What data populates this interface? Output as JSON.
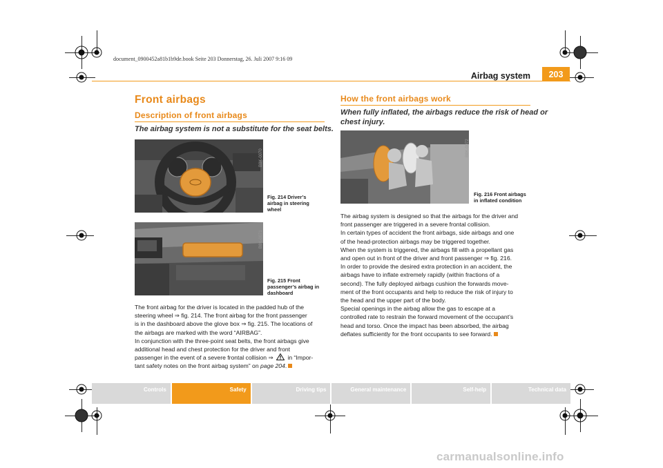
{
  "slug": "document_0900452a81b1b9de.book  Seite 203  Donnerstag, 26. Juli 2007  9:16 09",
  "header": {
    "title": "Airbag system",
    "page_number": "203"
  },
  "left": {
    "title": "Front airbags",
    "subtitle": "Description of front airbags",
    "intro": "The airbag system is not a substitute for the seat belts.",
    "fig1": {
      "id": "B8K-0070",
      "caption": [
        "Fig. 214  Driver’s",
        "airbag in steering",
        "wheel"
      ]
    },
    "fig2": {
      "id": "B8K-0071",
      "caption": [
        "Fig. 215  Front",
        "passenger’s airbag in",
        "dashboard"
      ]
    },
    "p1": [
      "The front airbag for the driver is located in the padded hub of the",
      "steering wheel ⇒ fig. 214. The front airbag for the front passenger",
      "is in the dashboard above the glove box ⇒ fig. 215. The locations of",
      "the airbags are marked with the word “AIRBAG”."
    ],
    "p2": [
      "In conjunction with the three-point seat belts, the front airbags give",
      "additional head and chest protection for the driver and front"
    ],
    "p2_line3_a": "passenger in the event of a severe frontal collision ⇒",
    "p2_line3_b": "in “Impor-",
    "p2_line4_a": "tant safety notes on the front airbag system” on ",
    "p2_line4_ref": "page 204",
    "p2_line4_b": "."
  },
  "right": {
    "subtitle": "How the front airbags work",
    "intro": [
      "When fully inflated, the airbags reduce the risk of head or",
      "chest injury."
    ],
    "fig3": {
      "id": "B8K-0072",
      "caption": [
        "Fig. 216  Front airbags",
        "in inflated condition"
      ]
    },
    "paras": [
      [
        "The airbag system is designed so that the airbags for the driver and",
        "front passenger are triggered in a severe frontal collision."
      ],
      [
        "In certain types of accident the front airbags, side airbags and one",
        "of the head-protection airbags may be triggered together."
      ],
      [
        "When the system is triggered, the airbags fill with a propellant gas",
        "and open out in front of the driver and front passenger ⇒ fig. 216.",
        "In order to provide the desired extra protection in an accident, the",
        "airbags have to inflate extremely rapidly (within fractions of a",
        "second). The fully deployed airbags cushion the forwards move-",
        "ment of the front occupants and help to reduce the risk of injury to",
        "the head and the upper part of the body."
      ],
      [
        "Special openings in the airbag allow the gas to escape at a",
        "controlled rate to restrain the forward movement of the occupant’s",
        "head and torso. Once the impact has been absorbed, the airbag",
        "deflates sufficiently for the front occupants to see forward."
      ]
    ]
  },
  "tabs": [
    {
      "label": "Controls",
      "active": false
    },
    {
      "label": "Safety",
      "active": true
    },
    {
      "label": "Driving tips",
      "active": false
    },
    {
      "label": "General maintenance",
      "active": false
    },
    {
      "label": "Self-help",
      "active": false
    },
    {
      "label": "Technical data",
      "active": false
    }
  ],
  "watermark": "carmanualsonline.info",
  "colors": {
    "accent": "#f29a1b",
    "heading": "#e8891a",
    "tab_inactive": "#d9d9d9"
  }
}
